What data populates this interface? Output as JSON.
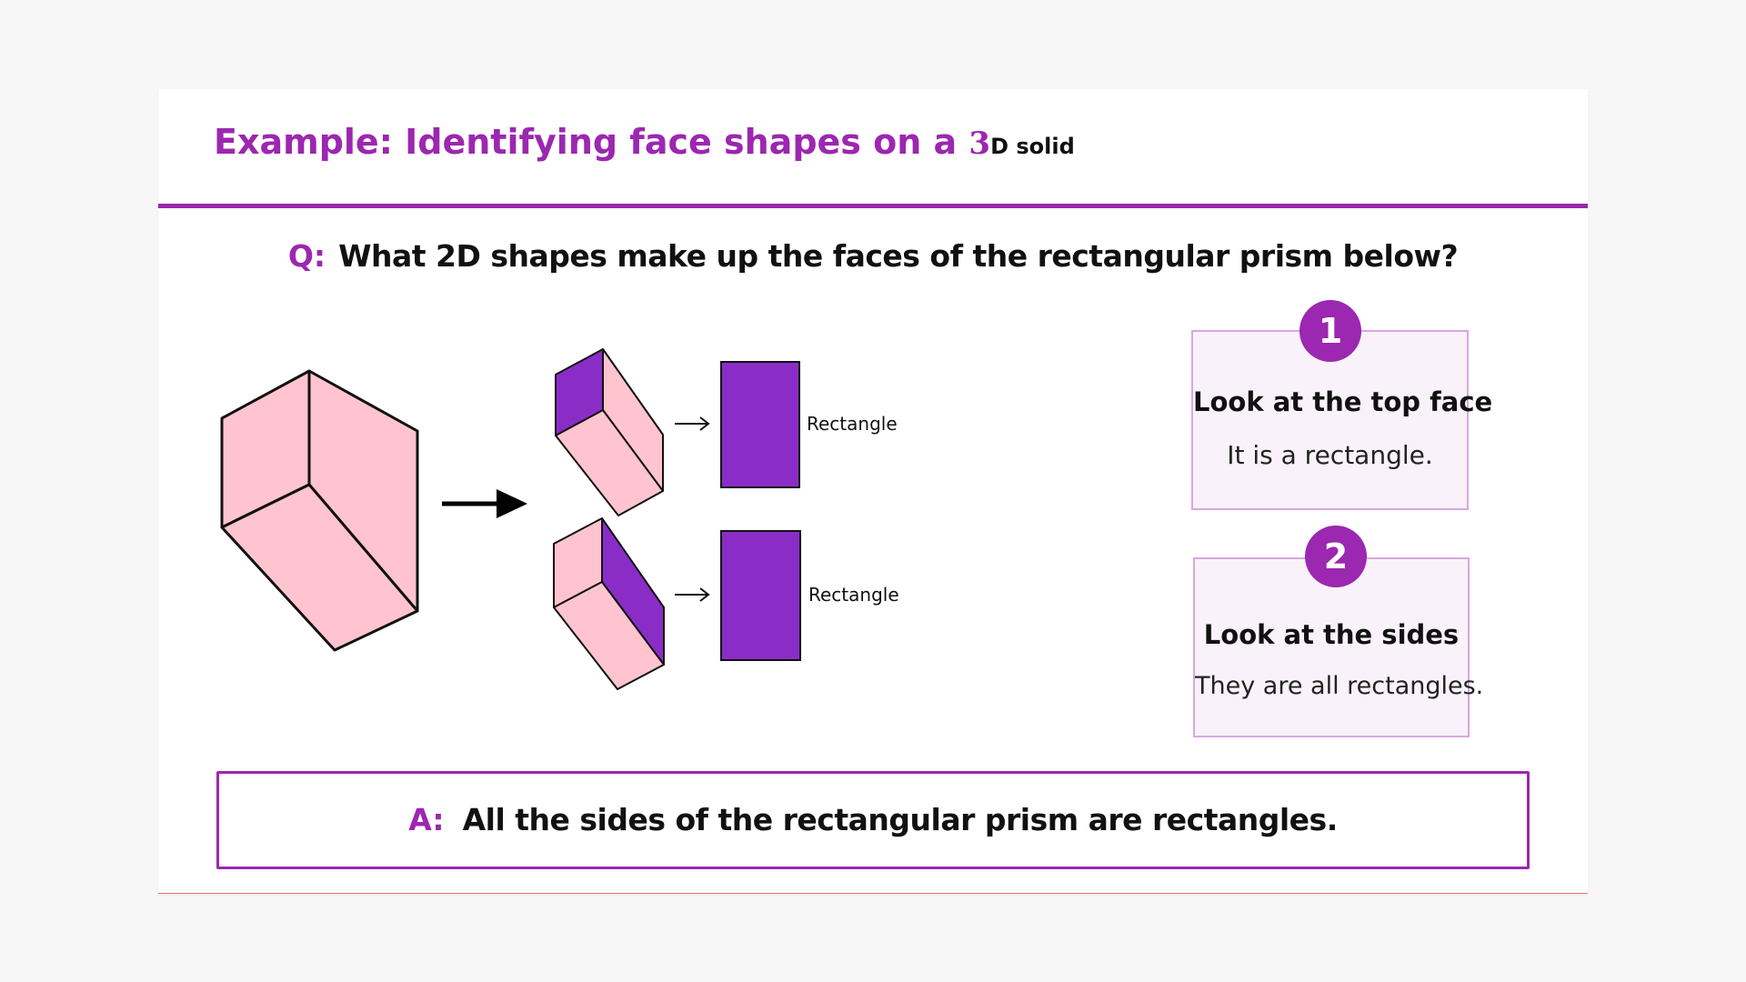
{
  "title": {
    "main": "Example: Identifying face shapes on a ",
    "three": "3",
    "rest": "D solid"
  },
  "question": {
    "label": "Q:",
    "text": "What 2D shapes make up the faces of the rectangular prism below?"
  },
  "figure": {
    "shape_labels": [
      "Rectangle",
      "Rectangle"
    ]
  },
  "steps": [
    {
      "number": "1",
      "heading": "Look at the top face",
      "text": "It is a rectangle."
    },
    {
      "number": "2",
      "heading": "Look at the sides",
      "text": "They are all rectangles."
    }
  ],
  "answer": {
    "label": "A:",
    "text": "All the sides of the rectangular prism are rectangles."
  },
  "colors": {
    "accent": "#9c27b0",
    "face_highlight": "#8a2dc7",
    "prism_pink": "#ffc4cf",
    "step_bg": "#f9f2fa",
    "step_border": "#d9a7e0"
  }
}
